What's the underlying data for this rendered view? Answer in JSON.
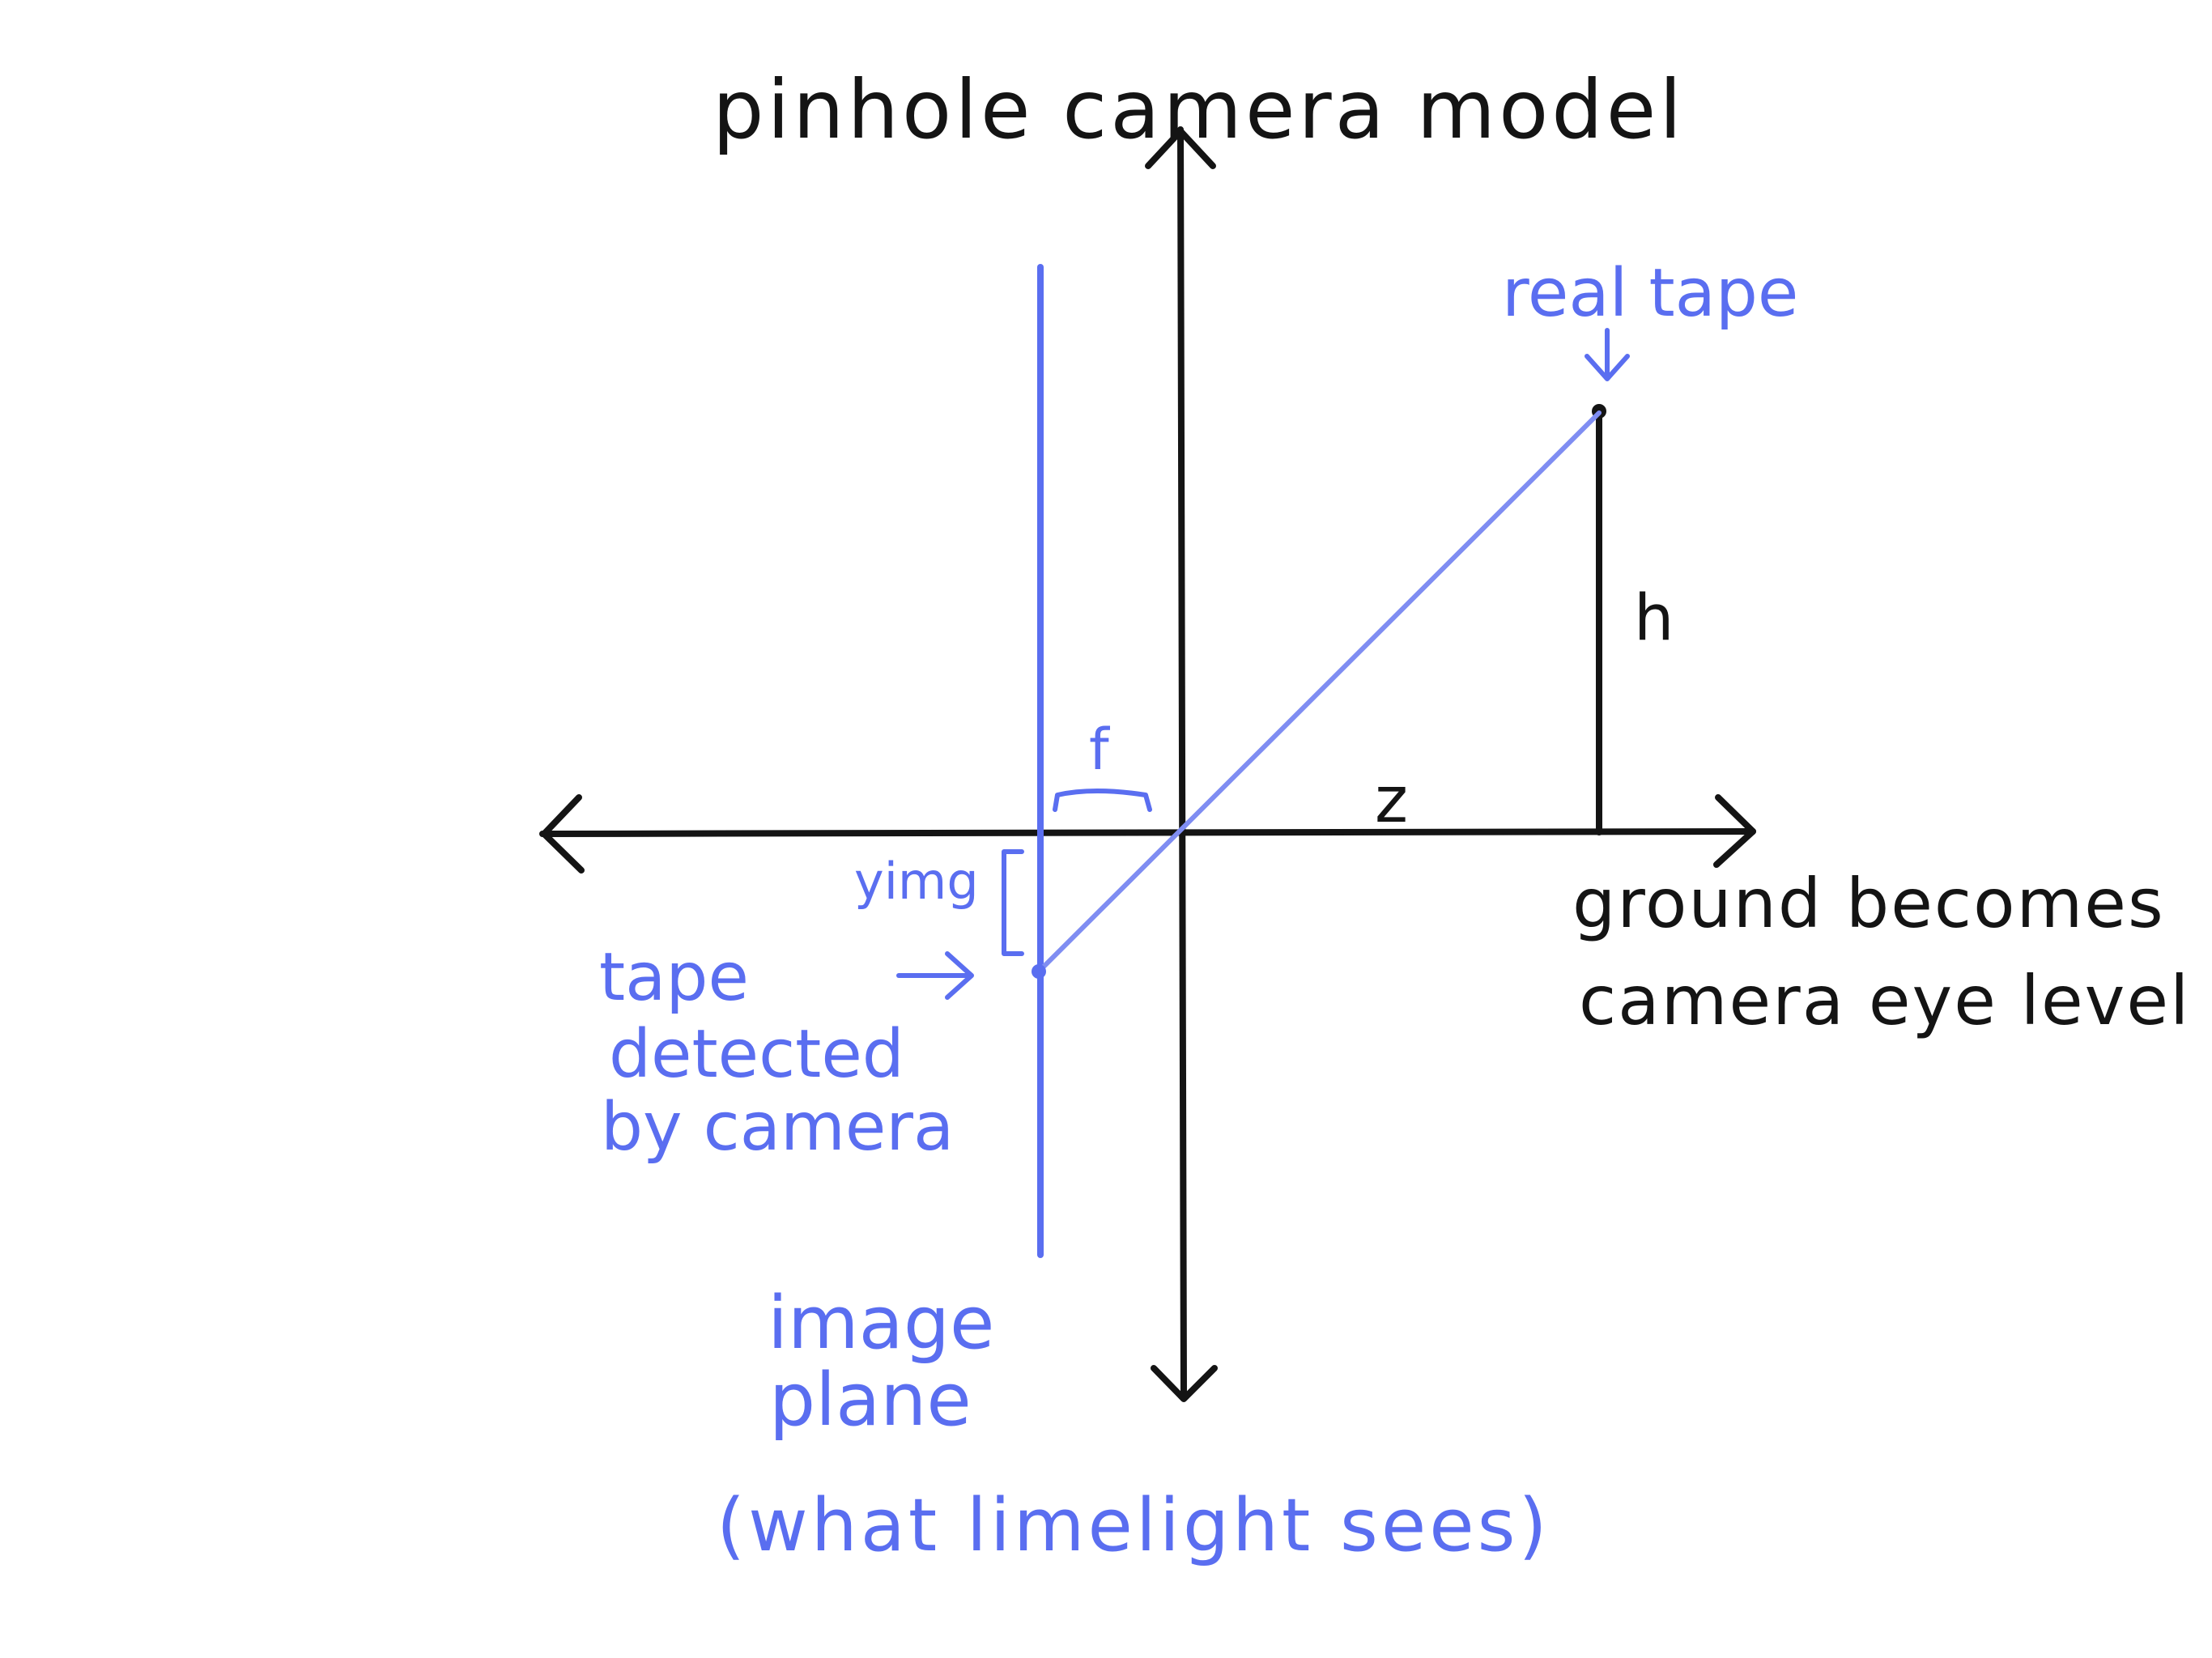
{
  "title": "pinhole camera model",
  "labels": {
    "real_tape": "real tape",
    "h": "h",
    "f": "f",
    "z": "z",
    "yimg": "yimg",
    "tape_detected": [
      "tape",
      "detected",
      "by camera"
    ],
    "ground_becomes": [
      "ground becomes",
      "camera eye level"
    ],
    "image_plane": [
      "image",
      "plane"
    ],
    "what_limelight_sees": "(what limelight sees)"
  },
  "colors": {
    "black": "#141414",
    "blue": "#5a6ef0"
  }
}
